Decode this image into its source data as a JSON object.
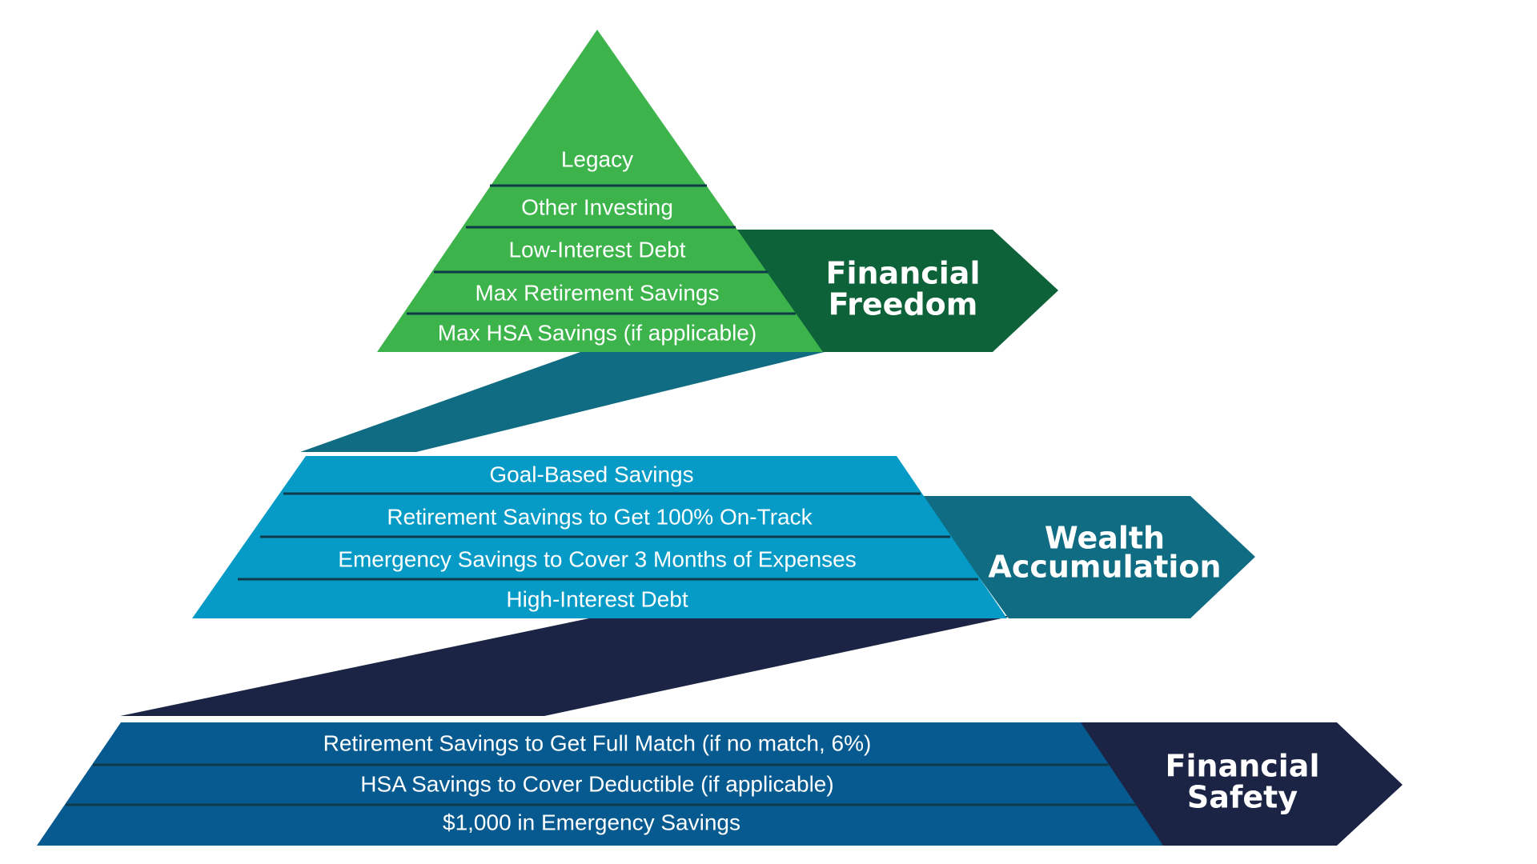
{
  "colors": {
    "green_layer": "#3cb44b",
    "green_arrow": "#0d6239",
    "blue_layer": "#069ac6",
    "teal_arrow": "#106c82",
    "navy_layer": "#065a8f",
    "navy_arrow": "#1b2444",
    "divider": "#0e3a4a"
  },
  "tiers": [
    {
      "arrow_lines": [
        "Financial",
        "Freedom"
      ],
      "layers": [
        "Legacy",
        "Other Investing",
        "Low-Interest Debt",
        "Max Retirement Savings",
        "Max HSA Savings (if applicable)"
      ]
    },
    {
      "arrow_lines": [
        "Wealth",
        "Accumulation"
      ],
      "layers": [
        "Goal-Based Savings",
        "Retirement Savings to Get 100% On-Track",
        "Emergency Savings to Cover 3 Months of Expenses",
        "High-Interest Debt"
      ]
    },
    {
      "arrow_lines": [
        "Financial",
        "Safety"
      ],
      "layers": [
        "Retirement Savings to Get Full Match (if no match, 6%)",
        "HSA Savings to Cover Deductible (if applicable)",
        "$1,000 in Emergency Savings"
      ]
    }
  ]
}
